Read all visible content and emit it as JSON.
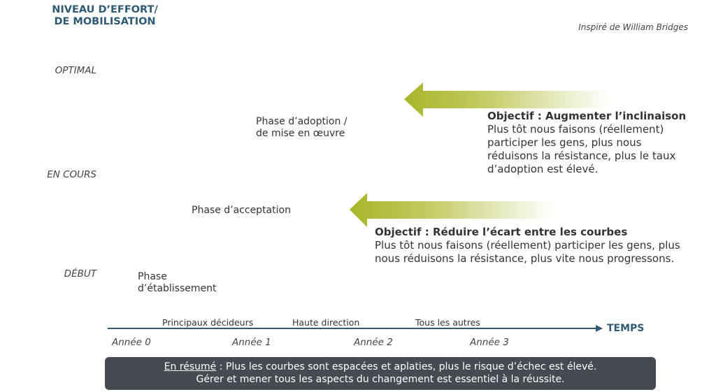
{
  "y_axis": {
    "title_line1": "NIVEAU D’EFFORT/",
    "title_line2": "DE MOBILISATION",
    "levels": [
      "OPTIMAL",
      "EN COURS",
      "DÉBUT"
    ]
  },
  "credit": "Inspiré de William Bridges",
  "phases": {
    "adoption_line1": "Phase d’adoption /",
    "adoption_line2": "de mise en œuvre",
    "acceptation": "Phase d’acceptation",
    "etablissement_line1": "Phase",
    "etablissement_line2": "d’établissement"
  },
  "objective1": {
    "title": "Objectif : Augmenter l’inclinaison",
    "lines": [
      "Plus tôt nous faisons (réellement)",
      "participer les gens, plus nous",
      "réduisons la résistance, plus le taux",
      "d’adoption est élevé."
    ]
  },
  "objective2": {
    "title": "Objectif : Réduire l’écart entre les courbes",
    "lines": [
      "Plus tôt nous faisons (réellement) participer les gens, plus",
      "nous réduisons la résistance, plus vite nous progressons."
    ]
  },
  "x_axis": {
    "label": "TEMPS",
    "groups": [
      "Principaux décideurs",
      "Haute direction",
      "Tous les autres"
    ],
    "years": [
      "Année 0",
      "Année 1",
      "Année 2",
      "Année 3"
    ]
  },
  "summary": {
    "lead": "En résumé",
    "line1_rest": " : Plus les courbes sont espacées et aplaties, plus le risque d’échec est élevé.",
    "line2": "Gérer et mener tous les aspects du changement est essentiel à la réussite."
  },
  "colors": {
    "title_blue": "#2e5a73",
    "arrow_green": "#a9b52a",
    "summary_bg": "#454b51"
  }
}
